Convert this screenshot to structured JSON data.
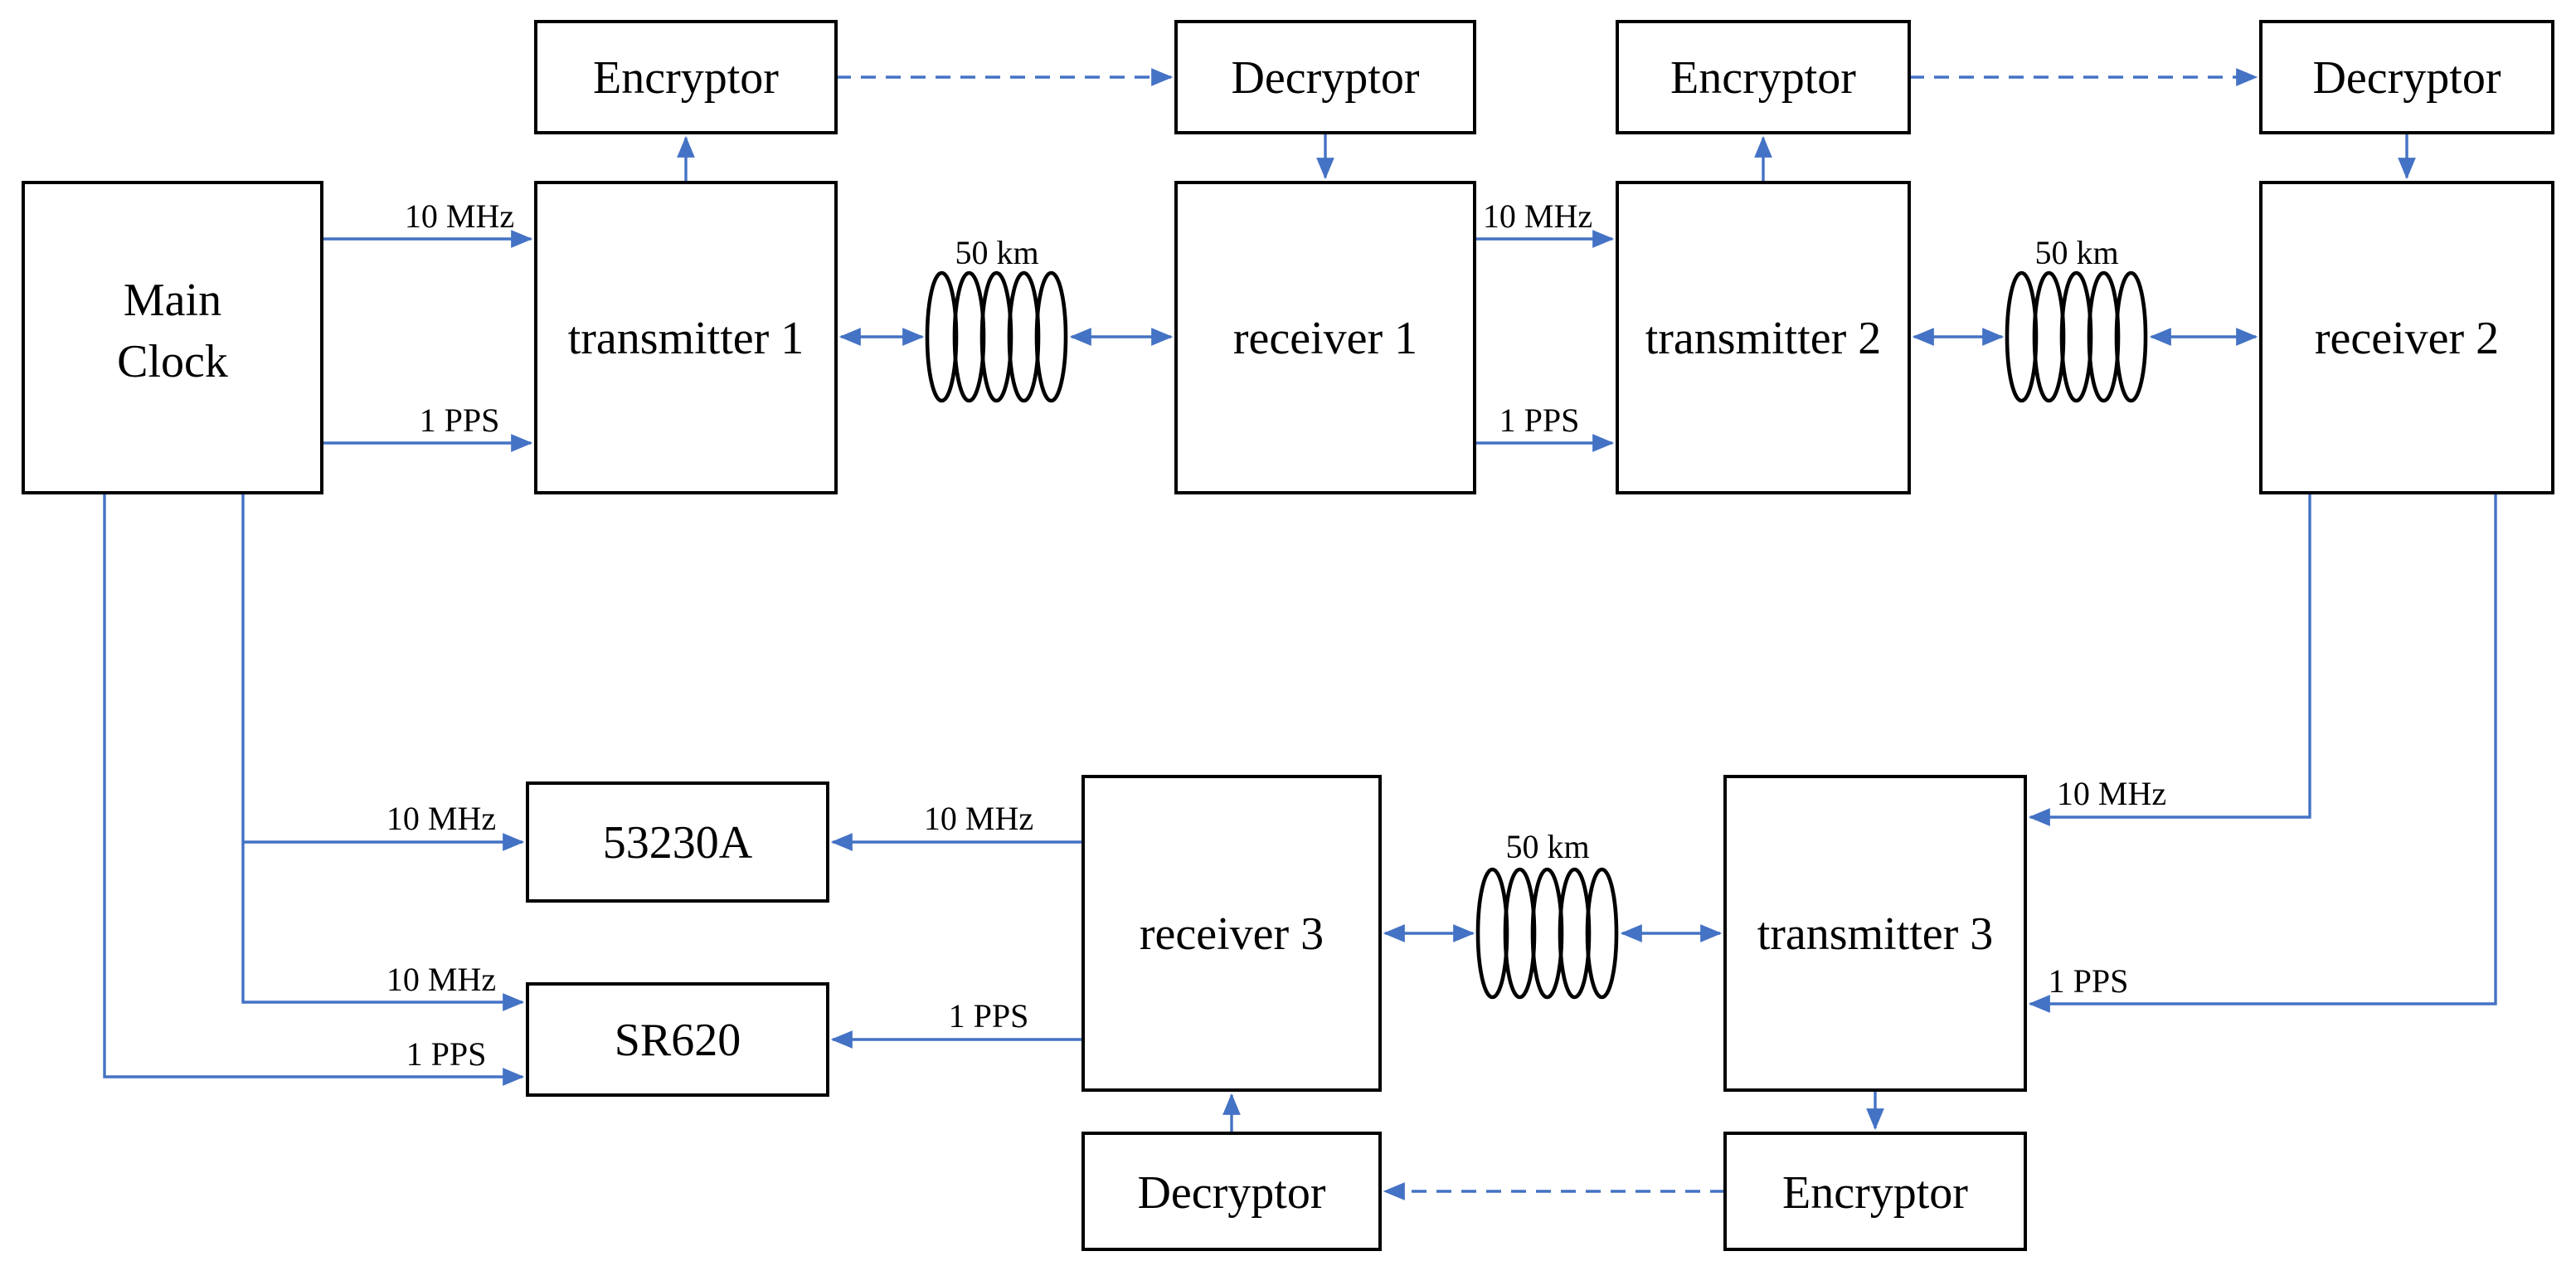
{
  "diagram": {
    "type": "block-diagram",
    "description": "Cascaded fiber time-frequency transfer links with encryption and measurement instruments",
    "colors": {
      "connector_blue": "#4472C4",
      "box_border": "#000000",
      "text": "#000000",
      "background": "#ffffff"
    },
    "boxes": {
      "main_clock": {
        "line1": "Main",
        "line2": "Clock"
      },
      "encryptor_1": {
        "label": "Encryptor"
      },
      "decryptor_1": {
        "label": "Decryptor"
      },
      "encryptor_2": {
        "label": "Encryptor"
      },
      "decryptor_2": {
        "label": "Decryptor"
      },
      "transmitter_1": {
        "label": "transmitter 1"
      },
      "receiver_1": {
        "label": "receiver 1"
      },
      "transmitter_2": {
        "label": "transmitter 2"
      },
      "receiver_2": {
        "label": "receiver 2"
      },
      "counter_53230a": {
        "label": "53230A"
      },
      "counter_sr620": {
        "label": "SR620"
      },
      "receiver_3": {
        "label": "receiver 3"
      },
      "transmitter_3": {
        "label": "transmitter 3"
      },
      "decryptor_3": {
        "label": "Decryptor"
      },
      "encryptor_3": {
        "label": "Encryptor"
      }
    },
    "signal_labels": {
      "mc_t1_10mhz": "10 MHz",
      "mc_t1_1pps": "1 PPS",
      "r1_t2_10mhz": "10 MHz",
      "r1_t2_1pps": "1 PPS",
      "mc_53230a_10mhz": "10 MHz",
      "mc_sr620_10mhz": "10 MHz",
      "mc_sr620_1pps": "1 PPS",
      "r3_53230a_10mhz": "10 MHz",
      "r3_sr620_1pps": "1 PPS",
      "r2_t3_10mhz": "10 MHz",
      "r2_t3_1pps": "1 PPS"
    },
    "fiber_labels": {
      "link1": "50 km",
      "link2": "50 km",
      "link3": "50 km"
    }
  }
}
